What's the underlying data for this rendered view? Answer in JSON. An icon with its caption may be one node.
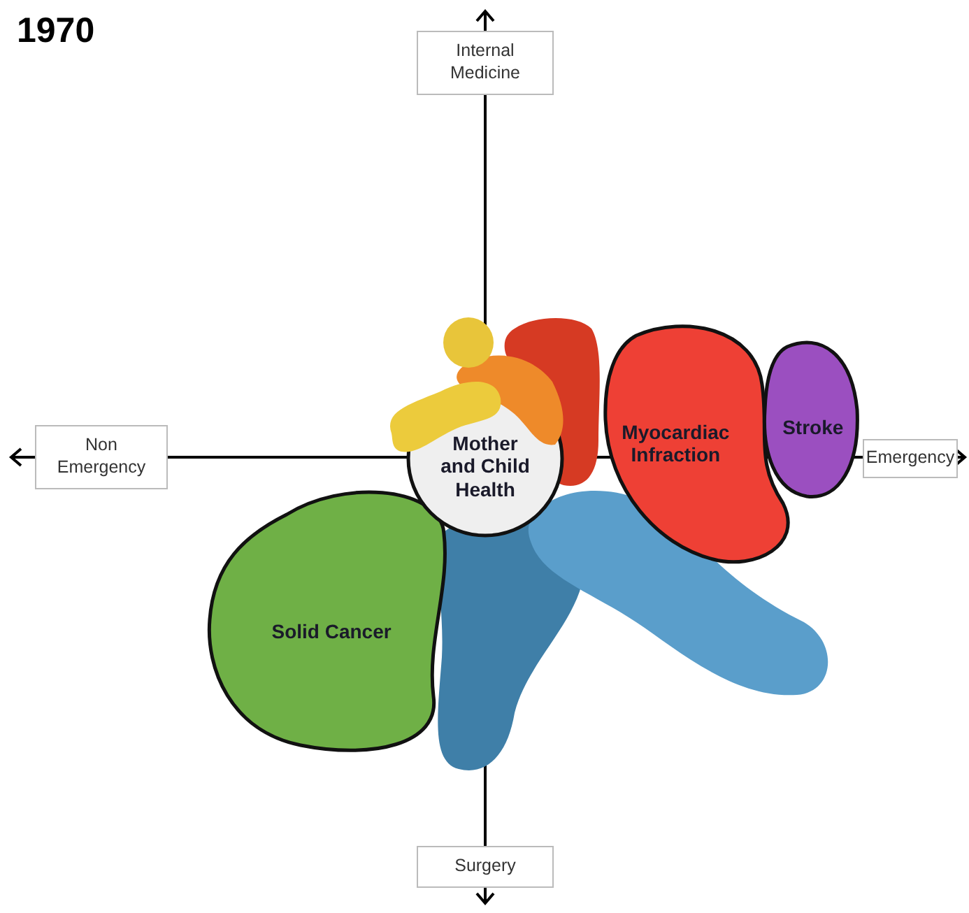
{
  "diagram": {
    "title": "1970",
    "nodes": [
      {
        "text": [],
        "shape": "circle"
      },
      {
        "text": [],
        "shape": "blob"
      },
      {
        "text": [],
        "shape": "blob"
      },
      {
        "text": [],
        "shape": "blob"
      },
      {
        "text": [
          "Myocardiac Infraction"
        ]
      },
      {
        "text": [
          "Stroke"
        ]
      },
      {
        "text": [
          "Mother and Child Health"
        ]
      },
      {
        "text": [],
        "shape": "blob"
      },
      {
        "text": [],
        "shape": "blob"
      },
      {
        "text": [
          "Solid Cancer"
        ]
      }
    ],
    "labels": [
      "Internal Medicine",
      "Non Emergency",
      "Emergency",
      "Surgery"
    ]
  }
}
